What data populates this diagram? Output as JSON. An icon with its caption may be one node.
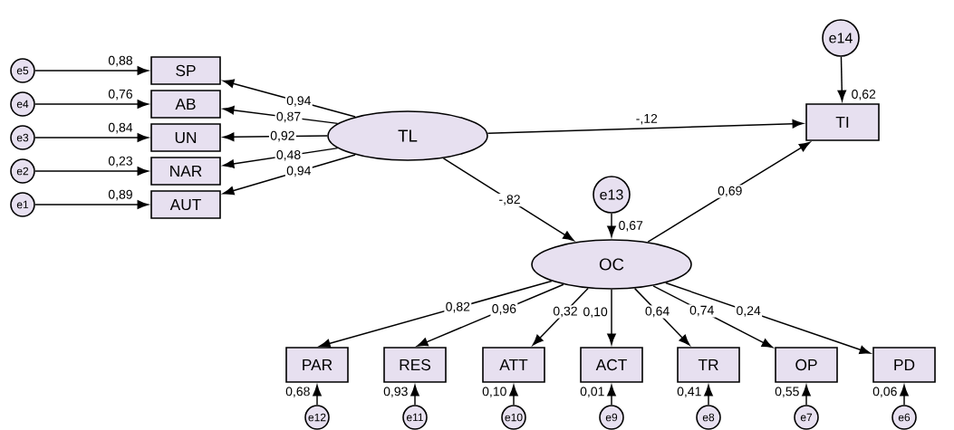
{
  "diagram": {
    "nodes": [
      {
        "text": [
          "e5"
        ]
      },
      {
        "text": [
          "SP"
        ],
        "beside": [
          "0,88"
        ]
      },
      {
        "text": [
          "e4"
        ]
      },
      {
        "text": [
          "AB"
        ],
        "beside": [
          "0,76"
        ]
      },
      {
        "text": [
          "e3"
        ]
      },
      {
        "text": [
          "UN"
        ],
        "beside": [
          "0,84"
        ]
      },
      {
        "text": [
          "e2"
        ]
      },
      {
        "text": [
          "NAR"
        ],
        "beside": [
          "0,23"
        ]
      },
      {
        "text": [
          "e1"
        ]
      },
      {
        "text": [
          "AUT"
        ],
        "beside": [
          "0,89"
        ]
      },
      {
        "text": [
          "TL"
        ]
      },
      {
        "text": [
          "e14"
        ]
      },
      {
        "text": [
          "TI"
        ],
        "beside": [
          "0,62"
        ]
      },
      {
        "text": [
          "e13"
        ]
      },
      {
        "text": [
          "OC"
        ],
        "beside": [
          "0,67"
        ]
      },
      {
        "text": [
          "PAR"
        ],
        "beside": [
          "0,68"
        ]
      },
      {
        "text": [
          "RES"
        ],
        "beside": [
          "0,93"
        ]
      },
      {
        "text": [
          "ATT"
        ],
        "beside": [
          "0,10"
        ]
      },
      {
        "text": [
          "ACT"
        ],
        "beside": [
          "0,01"
        ]
      },
      {
        "text": [
          "TR"
        ],
        "beside": [
          "0,41"
        ]
      },
      {
        "text": [
          "OP"
        ],
        "beside": [
          "0,55"
        ]
      },
      {
        "text": [
          "PD"
        ],
        "beside": [
          "0,06"
        ]
      },
      {
        "text": [
          "e12"
        ]
      },
      {
        "text": [
          "e11"
        ]
      },
      {
        "text": [
          "e10"
        ]
      },
      {
        "text": [
          "e9"
        ]
      },
      {
        "text": [
          "e8"
        ]
      },
      {
        "text": [
          "e7"
        ]
      },
      {
        "text": [
          "e6"
        ]
      }
    ],
    "edges": [
      {
        "from": 0,
        "to": 1,
        "arrow": "to"
      },
      {
        "from": 2,
        "to": 3,
        "arrow": "to"
      },
      {
        "from": 4,
        "to": 5,
        "arrow": "to"
      },
      {
        "from": 6,
        "to": 7,
        "arrow": "to"
      },
      {
        "from": 8,
        "to": 9,
        "arrow": "to"
      },
      {
        "from": 10,
        "to": 1,
        "arrow": "to",
        "label": "0,94"
      },
      {
        "from": 10,
        "to": 3,
        "arrow": "to",
        "label": "0,87"
      },
      {
        "from": 10,
        "to": 5,
        "arrow": "to",
        "label": "0,92"
      },
      {
        "from": 10,
        "to": 7,
        "arrow": "to",
        "label": "0,48"
      },
      {
        "from": 10,
        "to": 9,
        "arrow": "to",
        "label": "0,94"
      },
      {
        "from": 10,
        "to": 12,
        "arrow": "to",
        "label": "-,12"
      },
      {
        "from": 10,
        "to": 14,
        "arrow": "to",
        "label": "-,82"
      },
      {
        "from": 14,
        "to": 12,
        "arrow": "to",
        "label": "0,69"
      },
      {
        "from": 11,
        "to": 12,
        "arrow": "to"
      },
      {
        "from": 13,
        "to": 14,
        "arrow": "to"
      },
      {
        "from": 14,
        "to": 15,
        "arrow": "to",
        "label": "0,82"
      },
      {
        "from": 14,
        "to": 16,
        "arrow": "to",
        "label": "0,96"
      },
      {
        "from": 14,
        "to": 17,
        "arrow": "to",
        "label": "0,32"
      },
      {
        "from": 14,
        "to": 18,
        "arrow": "to",
        "label": "0,10"
      },
      {
        "from": 14,
        "to": 19,
        "arrow": "to",
        "label": "0,64"
      },
      {
        "from": 14,
        "to": 20,
        "arrow": "to",
        "label": "0,74"
      },
      {
        "from": 14,
        "to": 21,
        "arrow": "to",
        "label": "0,24"
      },
      {
        "from": 22,
        "to": 15,
        "arrow": "to"
      },
      {
        "from": 23,
        "to": 16,
        "arrow": "to"
      },
      {
        "from": 24,
        "to": 17,
        "arrow": "to"
      },
      {
        "from": 25,
        "to": 18,
        "arrow": "to"
      },
      {
        "from": 26,
        "to": 19,
        "arrow": "to"
      },
      {
        "from": 27,
        "to": 20,
        "arrow": "to"
      },
      {
        "from": 28,
        "to": 21,
        "arrow": "to"
      }
    ]
  }
}
